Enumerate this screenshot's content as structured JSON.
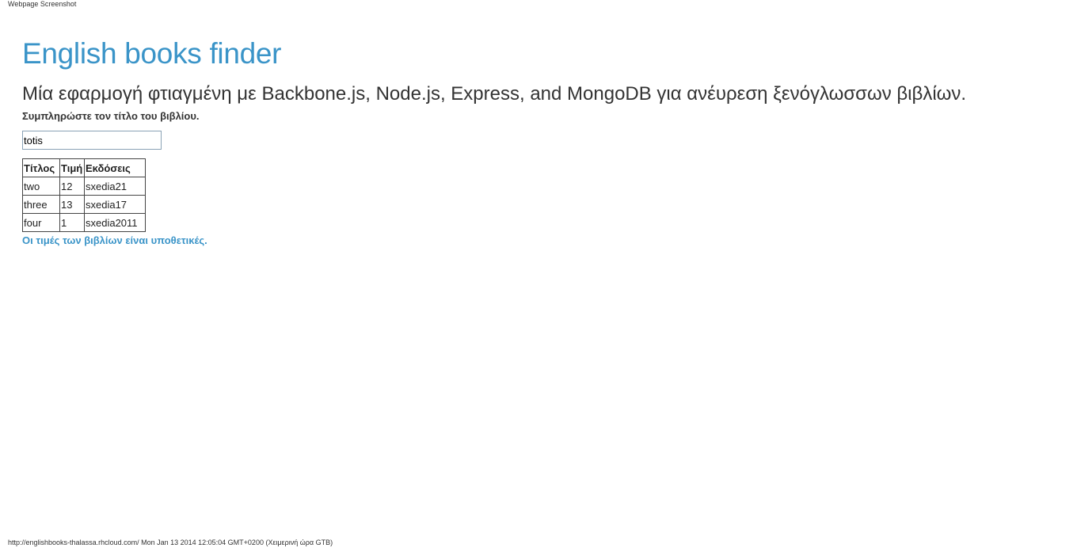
{
  "screenshot": {
    "top_caption": "Webpage Screenshot",
    "bottom_caption": "http://englishbooks-thalassa.rhcloud.com/ Mon Jan 13 2014 12:05:04 GMT+0200 (Χειμερινή ώρα GTB)"
  },
  "header": {
    "title": "English books finder",
    "subtitle": "Μία εφαρμογή φτιαγμένη με Backbone.js, Node.js, Express, and MongoDB για ανέυρεση ξενόγλωσσων βιβλίων."
  },
  "search": {
    "instruction": "Συμπληρώστε τον τίτλο του βιβλίου.",
    "value": "totis"
  },
  "table": {
    "headers": [
      "Τίτλος",
      "Τιμή",
      "Εκδόσεις"
    ],
    "rows": [
      [
        "two",
        "12",
        "sxedia21"
      ],
      [
        "three",
        "13",
        "sxedia17"
      ],
      [
        "four",
        "1",
        "sxedia2011"
      ]
    ]
  },
  "footnote": "Οι τιμές των βιβλίων είναι υποθετικές.",
  "colors": {
    "accent": "#3a94c8",
    "text": "#333333"
  }
}
